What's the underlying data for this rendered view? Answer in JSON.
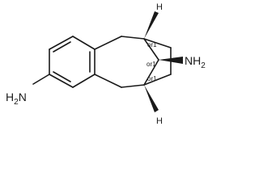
{
  "molecule": {
    "amine_left": {
      "main": "H",
      "sub": "2",
      "tail": "N"
    },
    "amine_right": {
      "main": "NH",
      "sub": "2"
    },
    "h_top": "H",
    "h_bottom": "H",
    "stereo_top": "or1",
    "stereo_mid": "or1",
    "stereo_bottom": "or1"
  },
  "colors": {
    "ink": "#1a1a1a",
    "background": "#ffffff"
  }
}
